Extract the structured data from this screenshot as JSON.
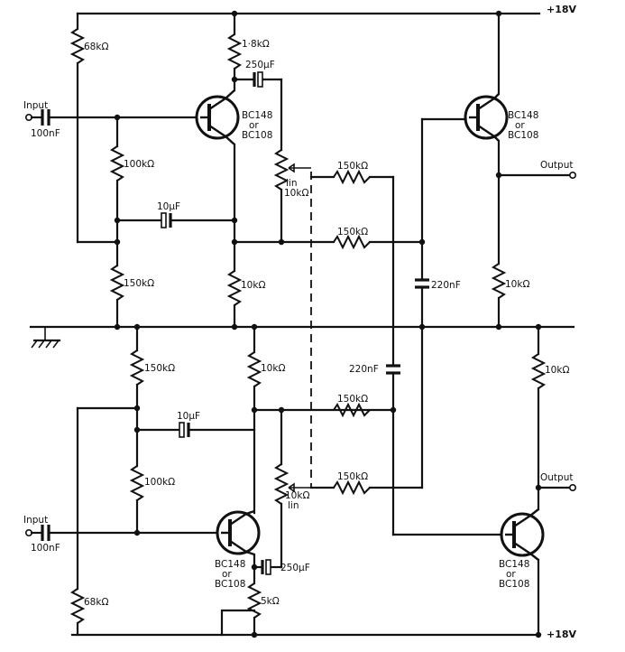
{
  "labels": {
    "supply_top": "+18V",
    "supply_bottom": "+18V",
    "input_top": "Input",
    "input_bottom": "Input",
    "output_top": "Output",
    "output_bottom": "Output",
    "r68k_top": "68kΩ",
    "r1k8": "1·8kΩ",
    "c250_top": "250µF",
    "c100n_top": "100nF",
    "r100k_top": "100kΩ",
    "c10u_top": "10µF",
    "r150k_top_bias": "150kΩ",
    "r10k_top_emitter": "10kΩ",
    "pot_top_1": "lin",
    "pot_top_2": "10kΩ",
    "r150k_a": "150kΩ",
    "r150k_b": "150kΩ",
    "c220n_right": "220nF",
    "r10k_out_top": "10kΩ",
    "t1_l1": "BC148",
    "t1_l2": "or",
    "t1_l3": "BC108",
    "t2_l1": "BC148",
    "t2_l2": "or",
    "t2_l3": "BC108",
    "r150k_bot_bias": "150kΩ",
    "r10k_bot": "10kΩ",
    "c220n_mid": "220nF",
    "r150k_c": "150kΩ",
    "r10k_out_bot": "10kΩ",
    "c10u_bot": "10µF",
    "r100k_bot": "100kΩ",
    "pot_bot_1": "10kΩ",
    "pot_bot_2": "lin",
    "r150k_d": "150kΩ",
    "c100n_bot": "100nF",
    "t3_l1": "BC148",
    "t3_l2": "or",
    "t3_l3": "BC108",
    "c250_bot": "250µF",
    "r5k": "5kΩ",
    "r68k_bot": "68kΩ",
    "t4_l1": "BC148",
    "t4_l2": "or",
    "t4_l3": "BC108"
  }
}
